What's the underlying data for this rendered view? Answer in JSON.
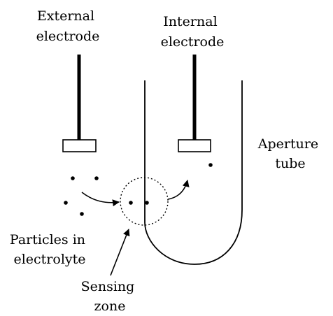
{
  "labels": {
    "external_electrode": [
      "External",
      "electrode"
    ],
    "internal_electrode": [
      "Internal",
      "electrode"
    ],
    "aperture_tube": [
      "Aperture",
      "tube"
    ],
    "particles_in_electrolyte": [
      "Particles in",
      "electrolyte"
    ],
    "sensing_zone": [
      "Sensing",
      "zone"
    ]
  },
  "colors": {
    "line": "#000000",
    "background": "#ffffff"
  }
}
